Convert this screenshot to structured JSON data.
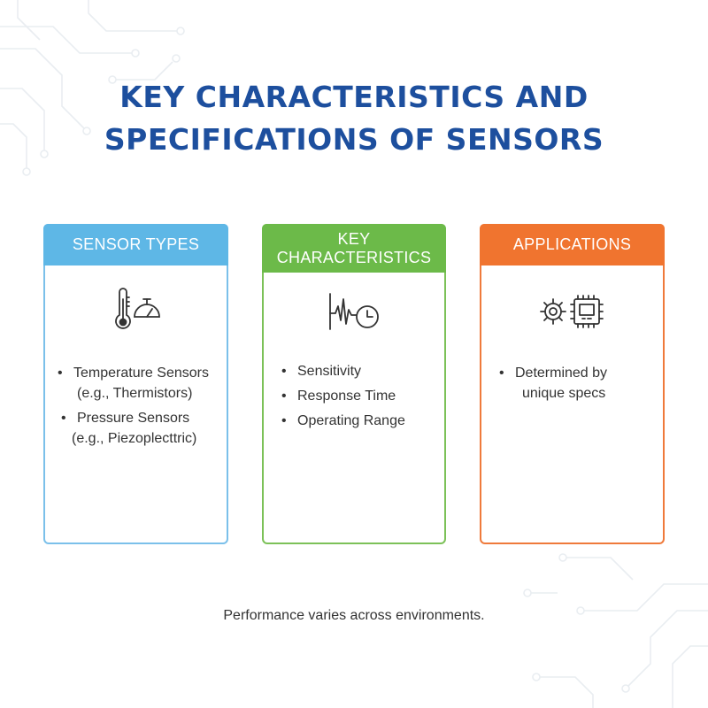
{
  "title": {
    "line1": "KEY CHARACTERISTICS AND",
    "line2": "SPECIFICATIONS OF SENSORS"
  },
  "cards": [
    {
      "header": "SENSOR TYPES",
      "color": "#5eb7e6",
      "icon": "thermometer-gauge-icon",
      "items": [
        {
          "main": "Temperature Sensors",
          "sub": "(e.g., Thermistors)"
        },
        {
          "main": "Pressure Sensors",
          "sub": "(e.g., Piezoplecttric)"
        }
      ]
    },
    {
      "header_line1": "KEY",
      "header_line2": "CHARACTERISTICS",
      "color": "#6cba49",
      "icon": "waveform-clock-icon",
      "items": [
        {
          "main": "Sensitivity"
        },
        {
          "main": "Response Time"
        },
        {
          "main": "Operating Range"
        }
      ]
    },
    {
      "header": "APPLICATIONS",
      "color": "#f0742f",
      "icon": "gear-chip-icon",
      "items": [
        {
          "main": "Determined by",
          "sub": "unique specs"
        }
      ]
    }
  ],
  "footer": "Performance varies across environments."
}
